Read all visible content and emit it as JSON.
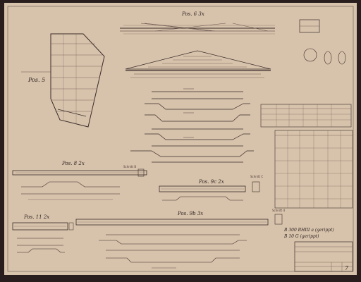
{
  "sheet": {
    "paper_color": "#dcc7b0",
    "frame_color": "#2a1d1e",
    "ink_color": "#3b2d2a"
  },
  "positions": {
    "pos5": "Pos. 5",
    "pos6": "Pos. 6 3x",
    "pos8": "Pos. 8 2x",
    "pos9c": "Pos. 9c 2x",
    "pos11": "Pos. 11 2x",
    "pos9b": "Pos. 9b 3x"
  },
  "sections": {
    "schnitt_b": "Schnitt B",
    "schnitt_c": "Schnitt C",
    "schnitt_d": "Schnitt d"
  },
  "notes": {
    "concrete_1": "B 300 BHIII a (gerippt)",
    "concrete_2": "B 10 G (gerippt)"
  },
  "title_block": {
    "sheet_number": "7"
  }
}
